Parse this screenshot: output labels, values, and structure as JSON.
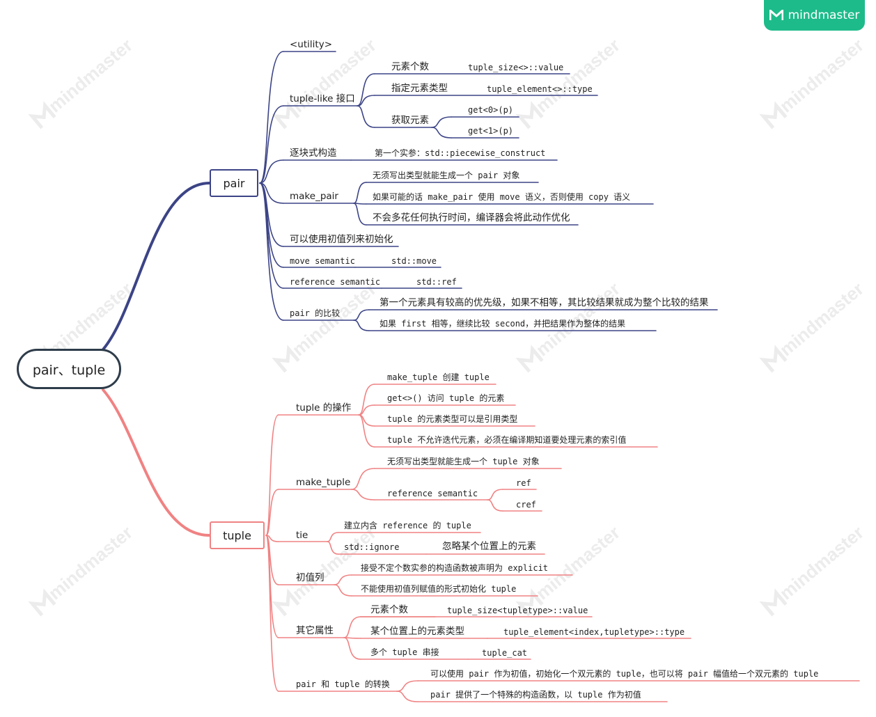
{
  "brand": {
    "name": "mindmaster",
    "icon": "mindmaster-logo-icon",
    "color": "#1dbb8a"
  },
  "watermark": {
    "text": "mindmaster"
  },
  "colors": {
    "pair_branch": "#3c4486",
    "tuple_branch": "#f08283",
    "root_border": "#2e3c4a"
  },
  "root": {
    "label": "pair、tuple"
  },
  "pair": {
    "label": "pair",
    "items": [
      {
        "label": "<utility>"
      },
      {
        "label": "tuple-like 接口",
        "children": [
          {
            "label": "元素个数",
            "children": [
              {
                "label": "tuple_size<>::value"
              }
            ]
          },
          {
            "label": "指定元素类型",
            "children": [
              {
                "label": "tuple_element<>::type"
              }
            ]
          },
          {
            "label": "获取元素",
            "children": [
              {
                "label": "get<0>(p)"
              },
              {
                "label": "get<1>(p)"
              }
            ]
          }
        ]
      },
      {
        "label": "逐块式构造",
        "children": [
          {
            "label": "第一个实参：std::piecewise_construct"
          }
        ]
      },
      {
        "label": "make_pair",
        "children": [
          {
            "label": "无须写出类型就能生成一个 pair 对象"
          },
          {
            "label": "如果可能的话 make_pair 使用 move 语义，否则使用 copy 语义"
          },
          {
            "label": "不会多花任何执行时间，编译器会将此动作优化"
          }
        ]
      },
      {
        "label": "可以使用初值列来初始化"
      },
      {
        "label": "move semantic",
        "children": [
          {
            "label": "std::move"
          }
        ]
      },
      {
        "label": "reference semantic",
        "children": [
          {
            "label": "std::ref"
          }
        ]
      },
      {
        "label": "pair 的比较",
        "children": [
          {
            "label": "第一个元素具有较高的优先级，如果不相等，其比较结果就成为整个比较的结果"
          },
          {
            "label": "如果 first 相等，继续比较 second，并把结果作为整体的结果"
          }
        ]
      }
    ]
  },
  "tuple": {
    "label": "tuple",
    "items": [
      {
        "label": "tuple 的操作",
        "children": [
          {
            "label": "make_tuple 创建 tuple"
          },
          {
            "label": "get<>() 访问 tuple 的元素"
          },
          {
            "label": "tuple 的元素类型可以是引用类型"
          },
          {
            "label": "tuple 不允许迭代元素，必须在编译期知道要处理元素的索引值"
          }
        ]
      },
      {
        "label": "make_tuple",
        "children": [
          {
            "label": "无须写出类型就能生成一个 tuple 对象"
          },
          {
            "label": "reference semantic",
            "children": [
              {
                "label": "ref"
              },
              {
                "label": "cref"
              }
            ]
          }
        ]
      },
      {
        "label": "tie",
        "children": [
          {
            "label": "建立内含 reference 的 tuple"
          },
          {
            "label": "std::ignore",
            "children": [
              {
                "label": "忽略某个位置上的元素"
              }
            ]
          }
        ]
      },
      {
        "label": "初值列",
        "children": [
          {
            "label": "接受不定个数实参的构造函数被声明为 explicit"
          },
          {
            "label": "不能使用初值列赋值的形式初始化 tuple"
          }
        ]
      },
      {
        "label": "其它属性",
        "children": [
          {
            "label": "元素个数",
            "children": [
              {
                "label": "tuple_size<tupletype>::value"
              }
            ]
          },
          {
            "label": "某个位置上的元素类型",
            "children": [
              {
                "label": "tuple_element<index,tupletype>::type"
              }
            ]
          },
          {
            "label": "多个 tuple 串接",
            "children": [
              {
                "label": "tuple_cat"
              }
            ]
          }
        ]
      },
      {
        "label": "pair 和 tuple 的转换",
        "children": [
          {
            "label": "可以使用 pair 作为初值，初始化一个双元素的 tuple，也可以将 pair 幅值给一个双元素的 tuple"
          },
          {
            "label": "pair 提供了一个特殊的构造函数，以 tuple 作为初值"
          }
        ]
      }
    ]
  }
}
